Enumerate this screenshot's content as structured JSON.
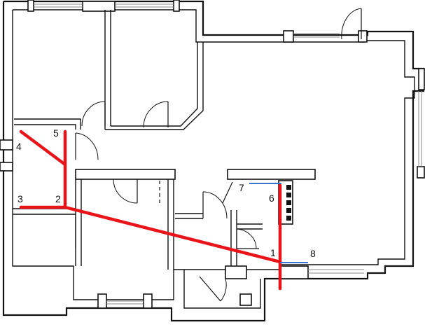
{
  "nodes": [
    {
      "id": "1",
      "label": "1"
    },
    {
      "id": "2",
      "label": "2"
    },
    {
      "id": "3",
      "label": "3"
    },
    {
      "id": "4",
      "label": "4"
    },
    {
      "id": "5",
      "label": "5"
    },
    {
      "id": "6",
      "label": "6"
    },
    {
      "id": "7",
      "label": "7"
    },
    {
      "id": "8",
      "label": "8"
    }
  ],
  "edges": [
    {
      "from": "4",
      "to": "2",
      "color": "red"
    },
    {
      "from": "5",
      "to": "2",
      "color": "red"
    },
    {
      "from": "3",
      "to": "2",
      "color": "red"
    },
    {
      "from": "2",
      "to": "1",
      "color": "red"
    },
    {
      "from": "6",
      "to": "1",
      "color": "red"
    },
    {
      "from": "7",
      "to": "6",
      "color": "blue"
    },
    {
      "from": "8",
      "to": "1",
      "color": "blue"
    }
  ],
  "colors": {
    "path_red": "#e8141a",
    "path_blue": "#3a74d1",
    "wall": "#111111"
  }
}
